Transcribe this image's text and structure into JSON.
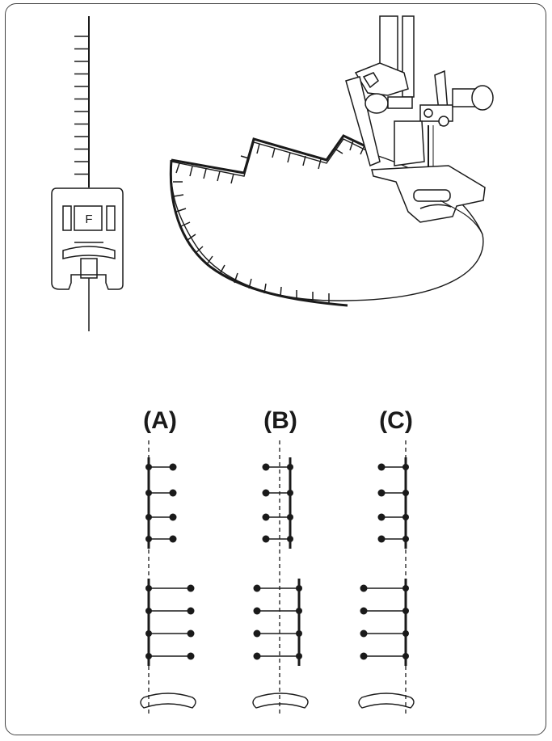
{
  "figure": {
    "foot_letter": "F",
    "panels": [
      {
        "label": "(A)",
        "needle_position": "left"
      },
      {
        "label": "(B)",
        "needle_position": "center"
      },
      {
        "label": "(C)",
        "needle_position": "right"
      }
    ],
    "stitch_rows": [
      {
        "name": "narrow",
        "stitches": 4
      },
      {
        "name": "wide",
        "stitches": 4
      }
    ]
  }
}
